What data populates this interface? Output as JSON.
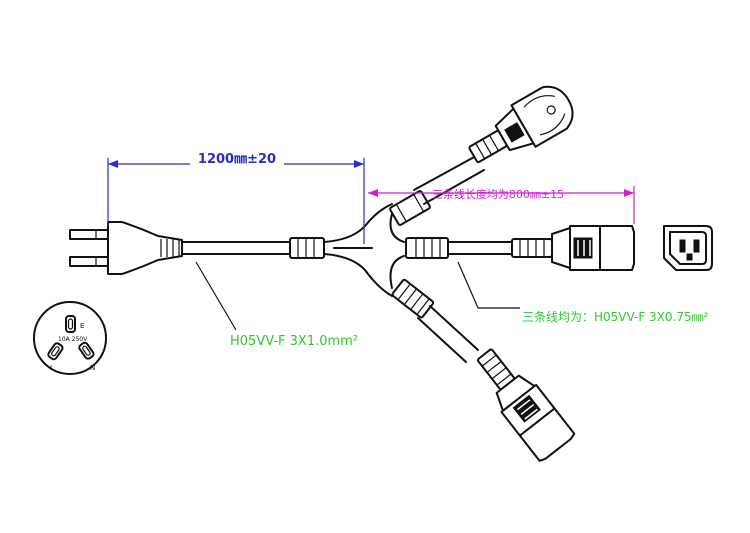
{
  "dimensions": {
    "main_length": "1200㎜±20",
    "branch_length": "三条线长度均为800㎜±15"
  },
  "cables": {
    "main_cable": "H05VV-F 3X1.0mm²",
    "branch_cables": "三条线均为：H05VV-F  3X0.75㎜²"
  },
  "plug_face": {
    "earth_mark": "E",
    "live_mark": "L",
    "neutral_mark": "N",
    "rating": "10A 250V"
  },
  "colors": {
    "main_dim": "#2a2ad0",
    "branch_dim": "#d020d0",
    "cable_spec": "#2ec82e",
    "outline": "#111111"
  }
}
